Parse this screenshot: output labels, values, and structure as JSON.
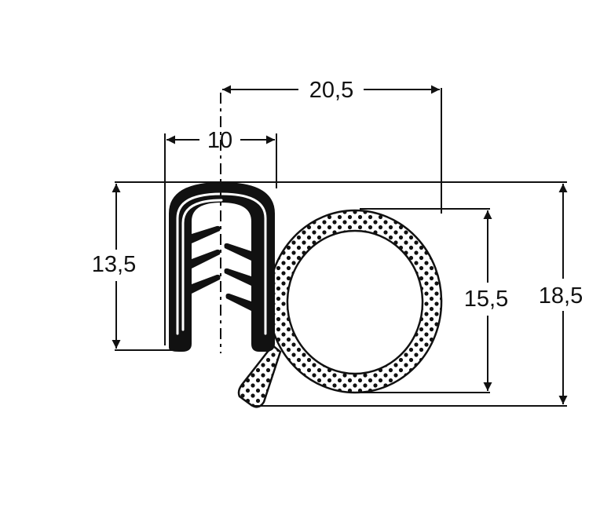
{
  "diagram": {
    "subject": "edge-trim-seal-profile",
    "colors": {
      "line": "#111111",
      "background": "#ffffff"
    },
    "dimensions": {
      "overall_width": "20,5",
      "clip_width": "10",
      "clip_height": "13,5",
      "bulb_height": "15,5",
      "overall_height": "18,5"
    }
  }
}
